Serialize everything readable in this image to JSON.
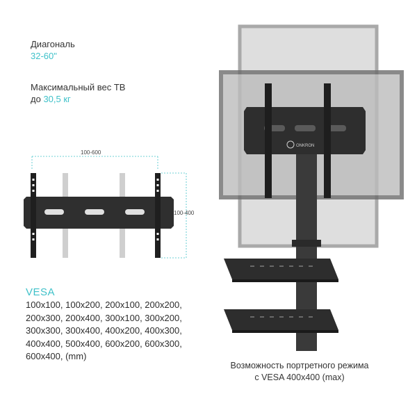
{
  "specs": {
    "diagonal_label": "Диагональ",
    "diagonal_value": "32-60\"",
    "weight_label": "Максимальный вес ТВ",
    "weight_prefix": "до ",
    "weight_value": "30,5 кг"
  },
  "dimensions": {
    "horizontal": "100-600",
    "vertical": "100-400"
  },
  "vesa": {
    "title": "VESA",
    "list": "100x100, 100x200, 200x100, 200x200, 200x300, 200x400, 300x100, 300x200, 300x300, 300x400, 400x200, 400x300, 400x400, 500x400, 600x200, 600x300, 600x400, (mm)"
  },
  "portrait": {
    "line1": "Возможность портретного режима",
    "line2": "с VESA 400x400 (max)"
  },
  "logo": "ONKRON",
  "colors": {
    "accent": "#3fc1c9",
    "mount": "#2a2a2a",
    "ghost": "#c9c9c9",
    "frame": "#8a8a8a"
  }
}
